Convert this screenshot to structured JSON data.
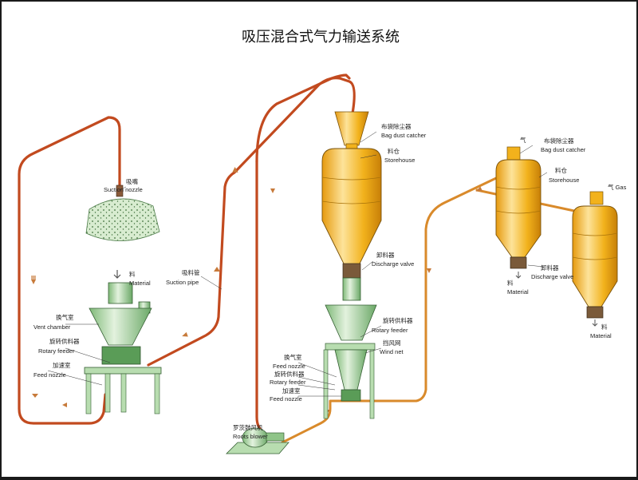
{
  "title": "吸压混合式气力输送系统",
  "colors": {
    "pipe": "#c24a1f",
    "pipe_orange": "#d98a2b",
    "tank_gold": "#f2b21c",
    "tank_light": "#fde39a",
    "feeder_green": "#b8ddb0",
    "feeder_dark": "#5a9c57",
    "pile_green": "#cfe7c5",
    "arrow": "#c77a3a"
  },
  "labels": {
    "suction_nozzle_cn": "吸嘴",
    "suction_nozzle_en": "Suction nozzle",
    "material_top_cn": "料",
    "material_top_en": "Material",
    "vent_chamber_cn_left": "换气室",
    "vent_chamber_en_left": "Vent chamber",
    "rotary_feeder_cn_left": "旋转供料器",
    "rotary_feeder_en_left": "Rotary feeder",
    "feed_nozzle_cn_left": "加速室",
    "feed_nozzle_en_left": "Feed nozzle",
    "suction_pipe_cn": "吸料管",
    "suction_pipe_en": "Suction pipe",
    "bag_dust_cn_mid": "布袋除尘器",
    "bag_dust_en_mid": "Bag dust catcher",
    "storehouse_cn_mid": "料仓",
    "storehouse_en_mid": "Storehouse",
    "discharge_cn_mid": "卸料器",
    "discharge_en_mid": "Discharge valve",
    "rotary_feeder_cn_mid": "旋转供料器",
    "rotary_feeder_en_mid": "Rotary feeder",
    "wind_net_cn": "挡风网",
    "wind_net_en": "Wind net",
    "vent_chamber_cn_mid": "换气室",
    "feed_nozzle_en_mid_top": "Feed nozzle",
    "rotary_feeder_cn_mid2": "旋转供料器",
    "rotary_feeder_en_mid2": "Rotary feeder",
    "feed_nozzle_cn_mid": "加速室",
    "feed_nozzle_en_mid": "Feed nozzle",
    "roots_cn": "罗茨鼓风机",
    "roots_en": "Roots blower",
    "gas_cn_right1": "气",
    "bag_dust_cn_right": "布袋除尘器",
    "bag_dust_en_right": "Bag dust catcher",
    "storehouse_cn_right": "料仓",
    "storehouse_en_right": "Storehouse",
    "gas_right2": "气 Gas",
    "discharge_cn_right": "卸料器",
    "discharge_en_right": "Discharge valve",
    "material_r1_cn": "料",
    "material_r1_en": "Material",
    "material_r2_cn": "料",
    "material_r2_en": "Material"
  }
}
